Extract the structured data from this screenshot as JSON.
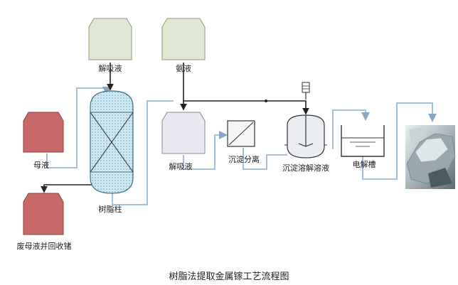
{
  "labels": {
    "eluent": "解吸液",
    "ammonia": "氨液",
    "mother_liquor": "母液",
    "resin_column": "树脂柱",
    "eluate": "解吸液",
    "precipitate_separation": "沉淀分离",
    "precipitate_dissolution": "沉淀溶解溶液",
    "electrolytic_cell": "电解槽",
    "waste": "废母液并回收锗"
  },
  "caption": "树脂法提取金属镓工艺流程图",
  "colors": {
    "green_tank": "#dfe8d2",
    "red_tank": "#c96a6a",
    "lavender_tank": "#ece8f2",
    "resin_fill": "#c9e4ee",
    "pipe_light": "#a9bfd6",
    "pipe_dark": "#222222",
    "product_ore": "#b8c2c6"
  }
}
